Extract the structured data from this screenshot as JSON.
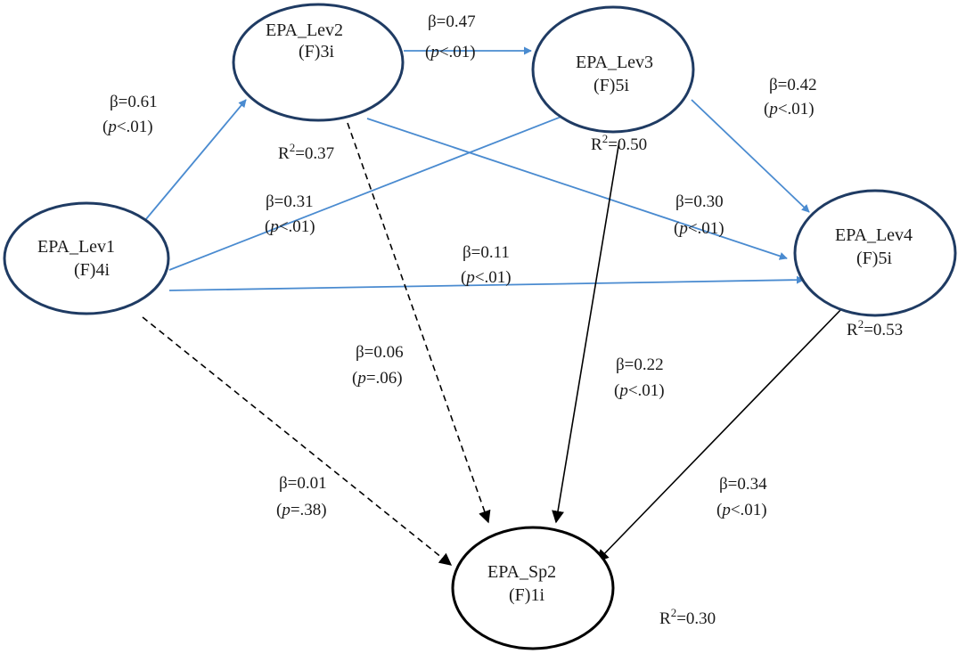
{
  "nodes": {
    "lev1": {
      "name": "EPA_Lev1",
      "sub": "(F)4i"
    },
    "lev2": {
      "name": "EPA_Lev2",
      "sub": "(F)3i",
      "r2_prefix": "R",
      "r2_sup": "2",
      "r2_value": "=0.37"
    },
    "lev3": {
      "name": "EPA_Lev3",
      "sub": "(F)5i",
      "r2_prefix": "R",
      "r2_sup": "2",
      "r2_value": "=0.50"
    },
    "lev4": {
      "name": "EPA_Lev4",
      "sub": "(F)5i",
      "r2_prefix": "R",
      "r2_sup": "2",
      "r2_value": "=0.53"
    },
    "sp2": {
      "name": "EPA_Sp2",
      "sub": "(F)1i",
      "r2_prefix": "R",
      "r2_sup": "2",
      "r2_value": "=0.30"
    }
  },
  "paths": {
    "lev1_lev2": {
      "beta": "β=0.61",
      "p_var": "p",
      "p_val": "<.01)"
    },
    "lev2_lev3": {
      "beta": "β=0.47",
      "p_var": "p",
      "p_val": "<.01)"
    },
    "lev3_lev4": {
      "beta": "β=0.42",
      "p_var": "p",
      "p_val": "<.01)"
    },
    "lev1_lev3": {
      "beta": "β=0.31",
      "p_var": "p",
      "p_val": "<.01)"
    },
    "lev2_lev4": {
      "beta": "β=0.30",
      "p_var": "p",
      "p_val": "<.01)"
    },
    "lev1_lev4": {
      "beta": "β=0.11",
      "p_var": "p",
      "p_val": "<.01)"
    },
    "lev2_sp2": {
      "beta": "β=0.06",
      "p_var": "p",
      "p_val": "=.06)"
    },
    "lev3_sp2": {
      "beta": "β=0.22",
      "p_var": "p",
      "p_val": "<.01)"
    },
    "lev1_sp2": {
      "beta": "β=0.01",
      "p_var": "p",
      "p_val": "=.38)"
    },
    "lev4_sp2": {
      "beta": "β=0.34",
      "p_var": "p",
      "p_val": "<.01)"
    }
  },
  "colors": {
    "node_outline": "#1f3b63",
    "sp2_outline": "#000000",
    "significant_path": "#4a8bd0",
    "outcome_path": "#000000"
  }
}
